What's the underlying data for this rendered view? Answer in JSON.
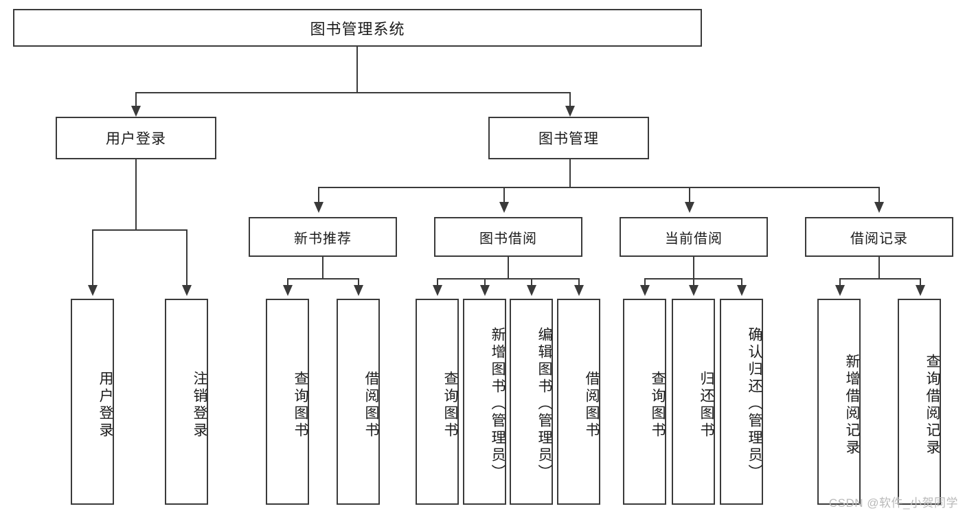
{
  "diagram": {
    "title": "图书管理系统",
    "type": "tree-hierarchy-chart",
    "watermark": "CSDN @软件_小贺同学",
    "colors": {
      "stroke": "#3a3a3a",
      "fill": "#ffffff",
      "text": "#1b1b1b",
      "watermark": "#b9b9b9"
    },
    "root": {
      "label": "图书管理系统"
    },
    "level2": [
      {
        "label": "用户登录"
      },
      {
        "label": "图书管理"
      }
    ],
    "level3": [
      {
        "label": "新书推荐"
      },
      {
        "label": "图书借阅"
      },
      {
        "label": "当前借阅"
      },
      {
        "label": "借阅记录"
      }
    ],
    "leaves": {
      "user_login": [
        {
          "label": "用户登录"
        },
        {
          "label": "注销登录"
        }
      ],
      "new_book": [
        {
          "label": "查询图书"
        },
        {
          "label": "借阅图书"
        }
      ],
      "borrow_book": [
        {
          "label": "查询图书"
        },
        {
          "label": "新增图书（管理员）"
        },
        {
          "label": "编辑图书（管理员）"
        },
        {
          "label": "借阅图书"
        }
      ],
      "current_borrow": [
        {
          "label": "查询图书"
        },
        {
          "label": "归还图书"
        },
        {
          "label": "确认归还（管理员）"
        }
      ],
      "borrow_record": [
        {
          "label": "新增借阅记录"
        },
        {
          "label": "查询借阅记录"
        }
      ]
    }
  }
}
